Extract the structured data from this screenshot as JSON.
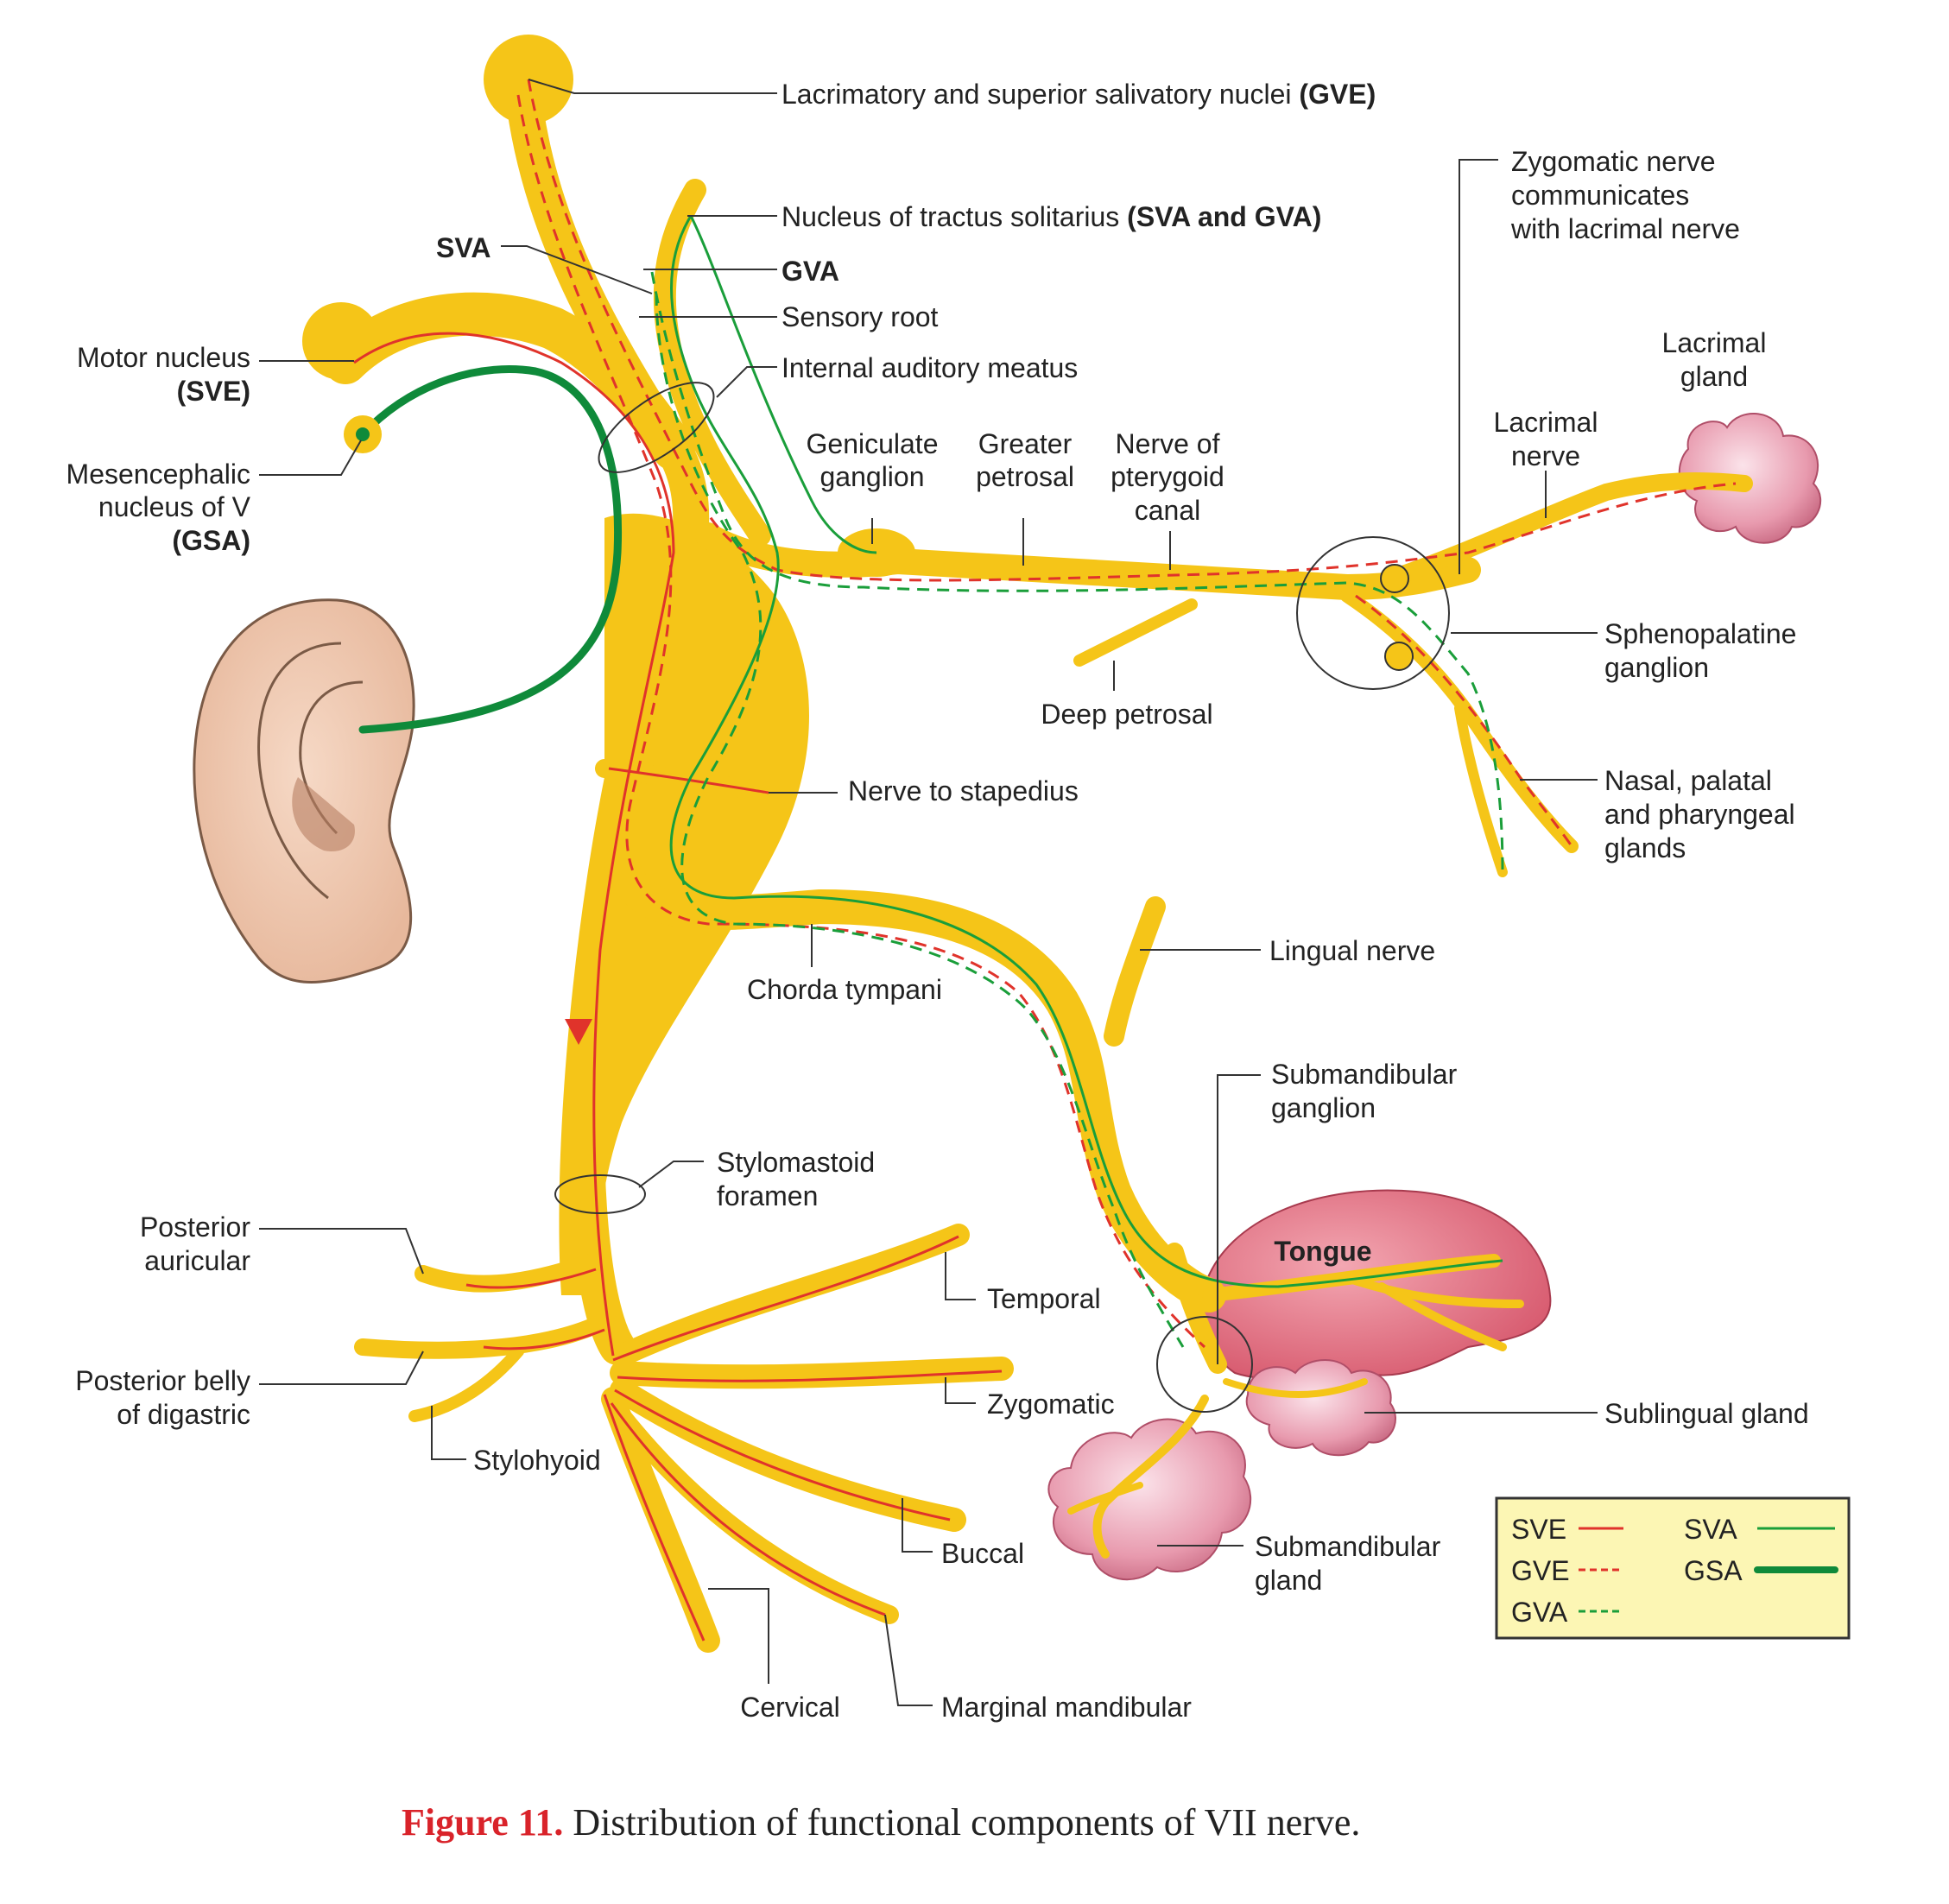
{
  "labels": {
    "lacrimatory_nuclei": "Lacrimatory and superior salivatory nuclei",
    "lacrimatory_nuclei_tag": "(GVE)",
    "nucleus_tractus": "Nucleus of tractus solitarius",
    "nucleus_tractus_tag": "(SVA and GVA)",
    "sva": "SVA",
    "gva": "GVA",
    "sensory_root": "Sensory root",
    "internal_auditory_meatus": "Internal auditory meatus",
    "motor_nucleus_1": "Motor nucleus",
    "motor_nucleus_2": "(SVE)",
    "mesencephalic_1": "Mesencephalic",
    "mesencephalic_2": "nucleus of V",
    "mesencephalic_3": "(GSA)",
    "geniculate_1": "Geniculate",
    "geniculate_2": "ganglion",
    "greater_petrosal_1": "Greater",
    "greater_petrosal_2": "petrosal",
    "pterygoid_1": "Nerve of",
    "pterygoid_2": "pterygoid",
    "pterygoid_3": "canal",
    "zygomatic_comm_1": "Zygomatic nerve",
    "zygomatic_comm_2": "communicates",
    "zygomatic_comm_3": "with lacrimal nerve",
    "lacrimal_gland_1": "Lacrimal",
    "lacrimal_gland_2": "gland",
    "lacrimal_nerve_1": "Lacrimal",
    "lacrimal_nerve_2": "nerve",
    "sphenopalatine_1": "Sphenopalatine",
    "sphenopalatine_2": "ganglion",
    "deep_petrosal": "Deep petrosal",
    "nasal_1": "Nasal, palatal",
    "nasal_2": "and pharyngeal",
    "nasal_3": "glands",
    "nerve_to_stapedius": "Nerve to stapedius",
    "lingual_nerve": "Lingual nerve",
    "chorda_tympani": "Chorda tympani",
    "submandibular_ganglion_1": "Submandibular",
    "submandibular_ganglion_2": "ganglion",
    "tongue": "Tongue",
    "stylomastoid_1": "Stylomastoid",
    "stylomastoid_2": "foramen",
    "posterior_auricular_1": "Posterior",
    "posterior_auricular_2": "auricular",
    "temporal": "Temporal",
    "posterior_belly_1": "Posterior belly",
    "posterior_belly_2": "of digastric",
    "zygomatic": "Zygomatic",
    "stylohyoid": "Stylohyoid",
    "sublingual_gland": "Sublingual gland",
    "buccal": "Buccal",
    "submandibular_gland_1": "Submandibular",
    "submandibular_gland_2": "gland",
    "cervical": "Cervical",
    "marginal_mandibular": "Marginal mandibular"
  },
  "legend": {
    "items": [
      {
        "label": "SVE",
        "style": "solid-thin",
        "color": "#E0332B"
      },
      {
        "label": "GVE",
        "style": "dashed-thin",
        "color": "#E0332B"
      },
      {
        "label": "GVA",
        "style": "dashed-thin",
        "color": "#1A9E3A"
      },
      {
        "label": "SVA",
        "style": "solid-thin",
        "color": "#1A9E3A"
      },
      {
        "label": "GSA",
        "style": "solid-thick",
        "color": "#0F8A3A"
      }
    ]
  },
  "caption": {
    "prefix": "Figure 11.",
    "text": " Distribution of functional components of VII nerve."
  },
  "colors": {
    "nerve": "#F5C518",
    "red": "#E0332B",
    "green": "#1A9E3A",
    "gland": "#E89AAE",
    "tongue": "#E27485",
    "legend_bg": "#FCF6B4",
    "caption_prefix": "#D9232A"
  }
}
